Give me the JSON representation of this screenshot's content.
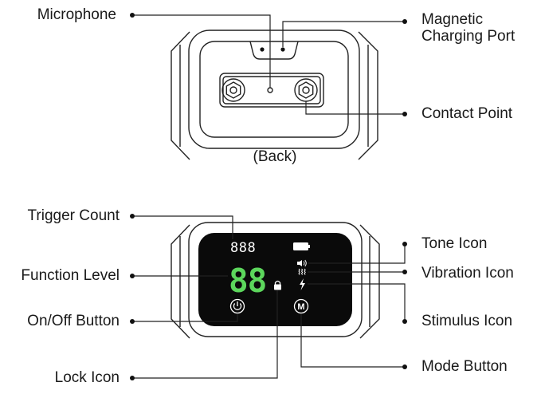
{
  "back": {
    "caption": "(Back)",
    "labels": {
      "microphone": "Microphone",
      "magnetic_charging_port": "Magnetic\nCharging Port",
      "contact_point": "Contact Point"
    }
  },
  "front": {
    "labels": {
      "trigger_count": "Trigger Count",
      "function_level": "Function Level",
      "on_off_button": "On/Off Button",
      "lock_icon": "Lock Icon",
      "tone_icon": "Tone Icon",
      "vibration_icon": "Vibration Icon",
      "stimulus_icon": "Stimulus Icon",
      "mode_button": "Mode Button"
    },
    "display": {
      "trigger_count_value": "888",
      "function_level_value": "88",
      "mode_button_glyph": "M",
      "digit_color": "#5cd65c",
      "screen_color": "#0a0a0a"
    }
  }
}
